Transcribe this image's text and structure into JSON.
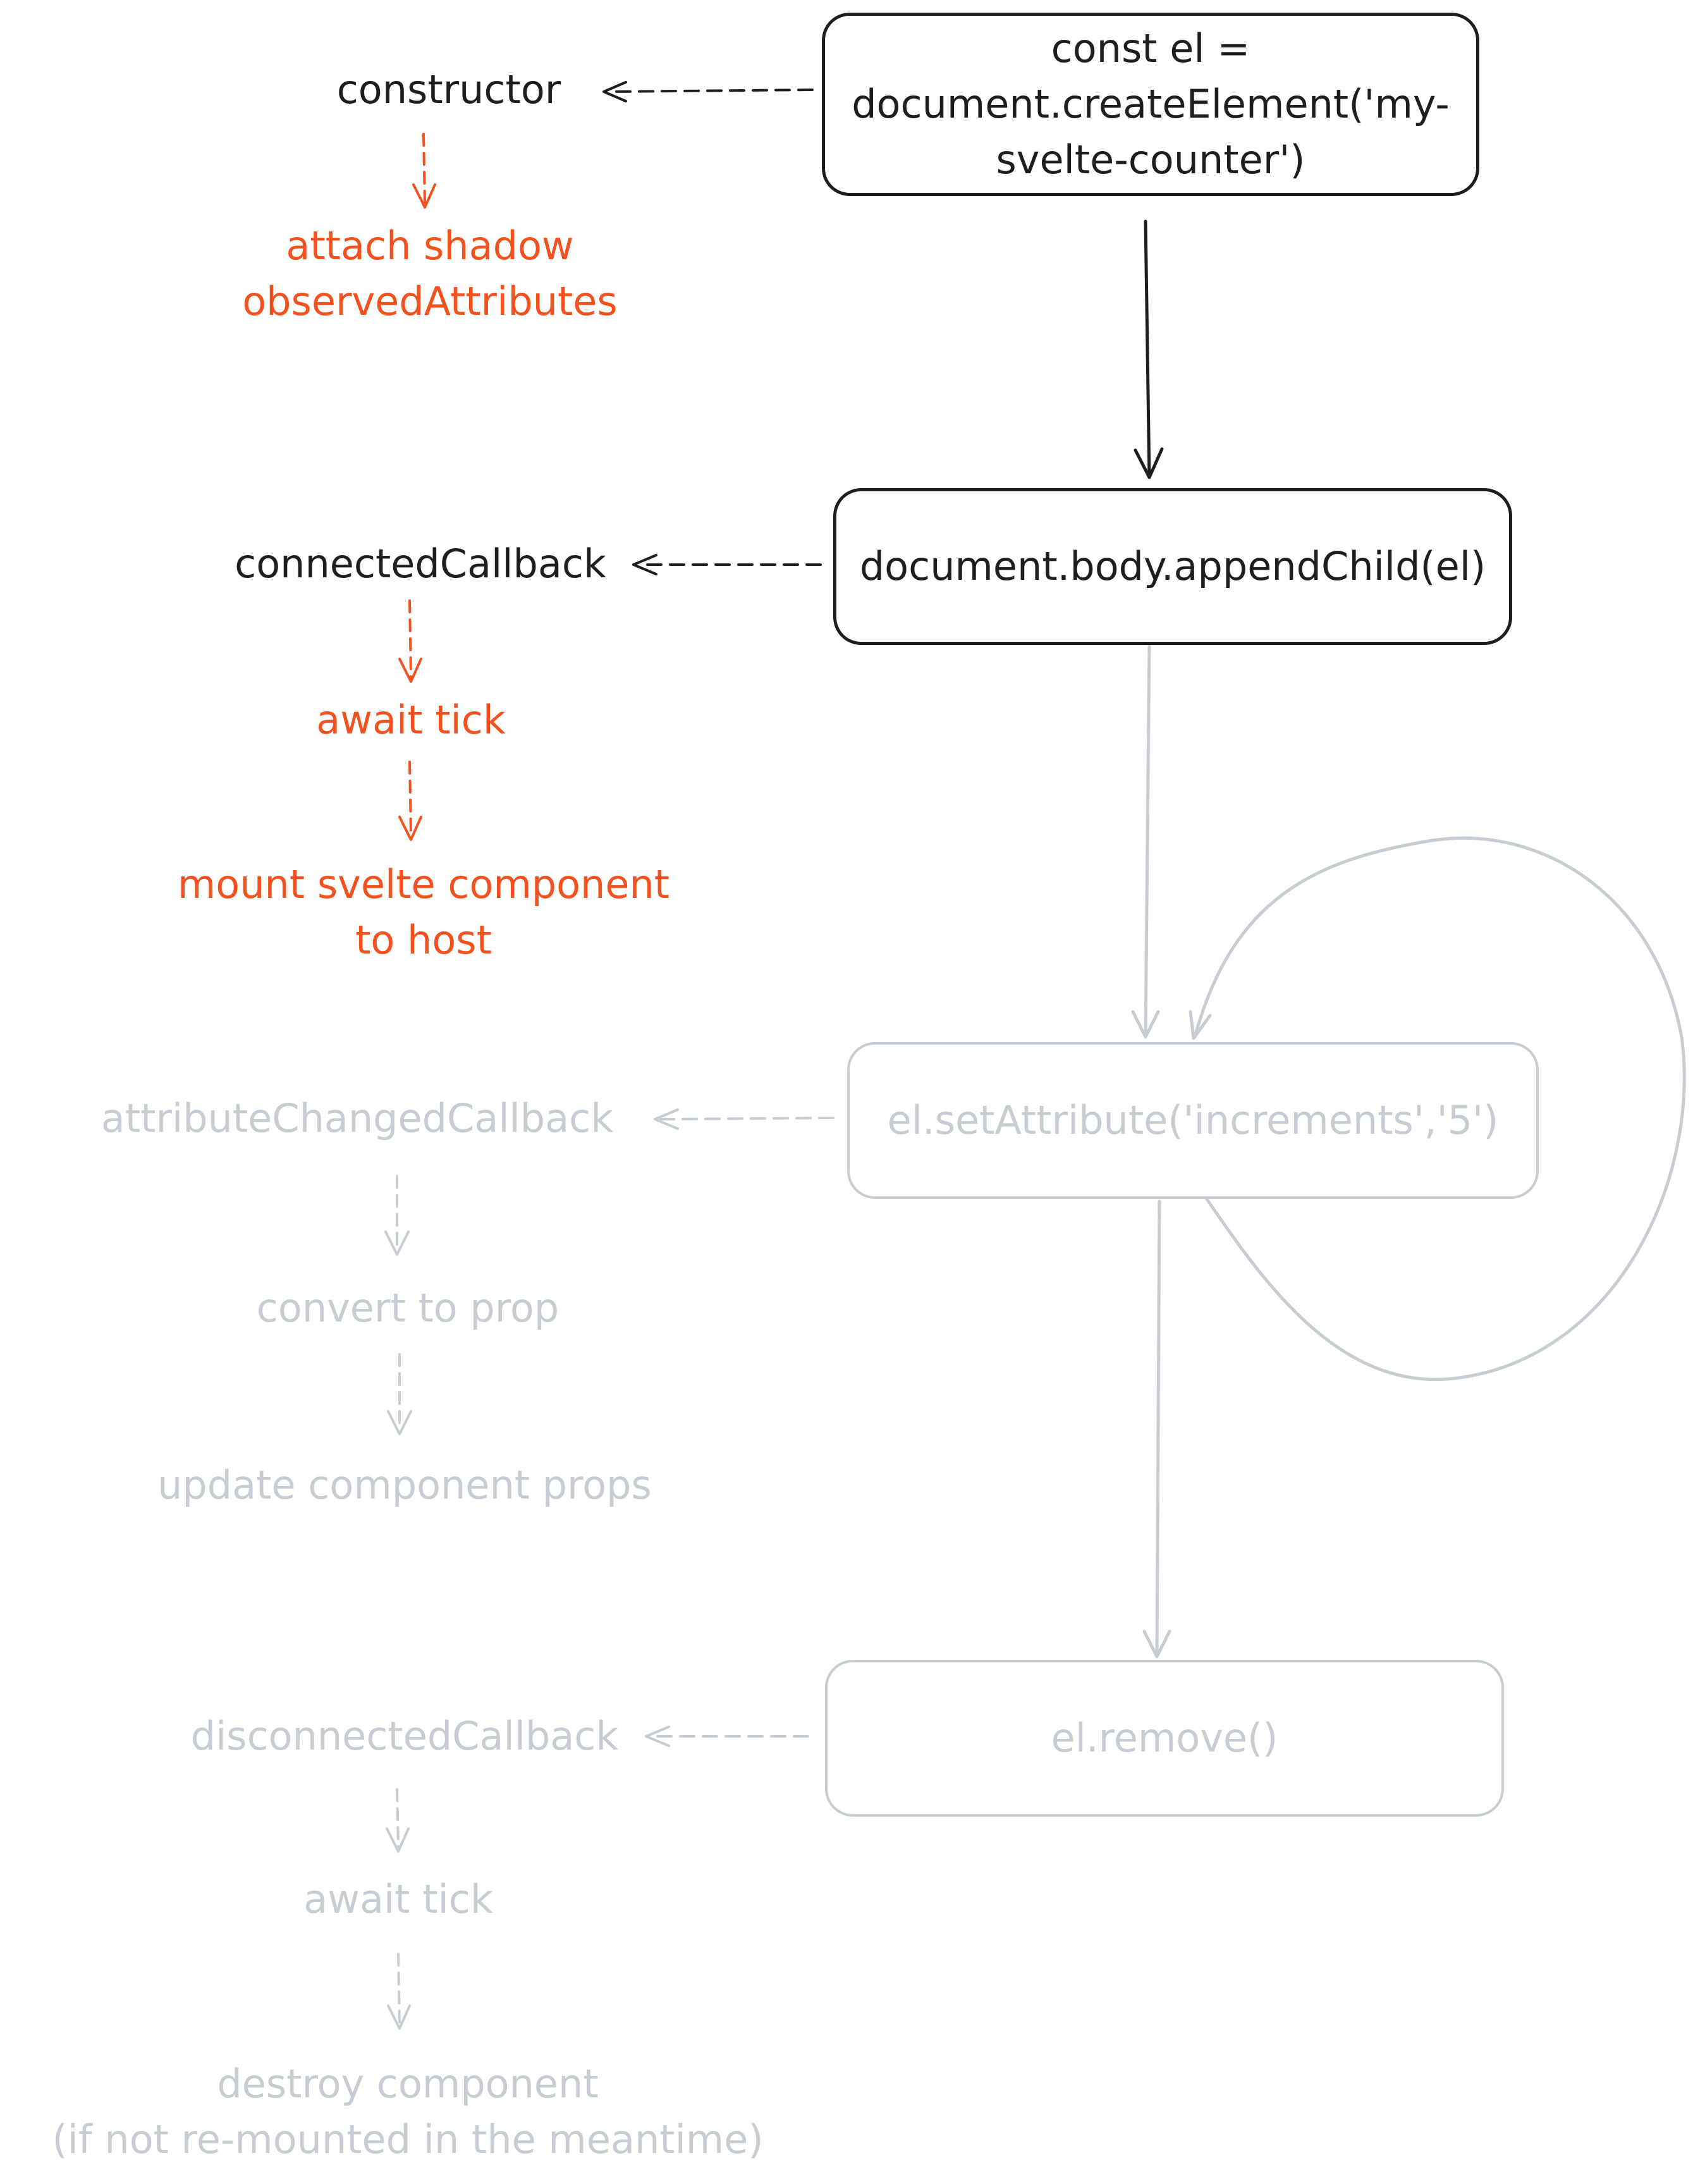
{
  "colors": {
    "active": "#1e1e1e",
    "highlight": "#f4511e",
    "inactive": "#c7cbd2"
  },
  "steps": {
    "create": {
      "action_lines": [
        "const el =",
        "document.createElement('my-",
        "svelte-counter')"
      ],
      "callback": "constructor",
      "effects": [
        "attach shadow\nobservedAttributes"
      ]
    },
    "append": {
      "action": "document.body.appendChild(el)",
      "callback": "connectedCallback",
      "effects": [
        "await tick",
        "mount svelte component\nto host"
      ]
    },
    "set_attribute": {
      "action": "el.setAttribute('increments','5')",
      "callback": "attributeChangedCallback",
      "effects": [
        "convert to prop",
        "update component props"
      ]
    },
    "remove": {
      "action": "el.remove()",
      "callback": "disconnectedCallback",
      "effects": [
        "await tick",
        "destroy component\n(if not re-mounted in the meantime)"
      ]
    }
  }
}
